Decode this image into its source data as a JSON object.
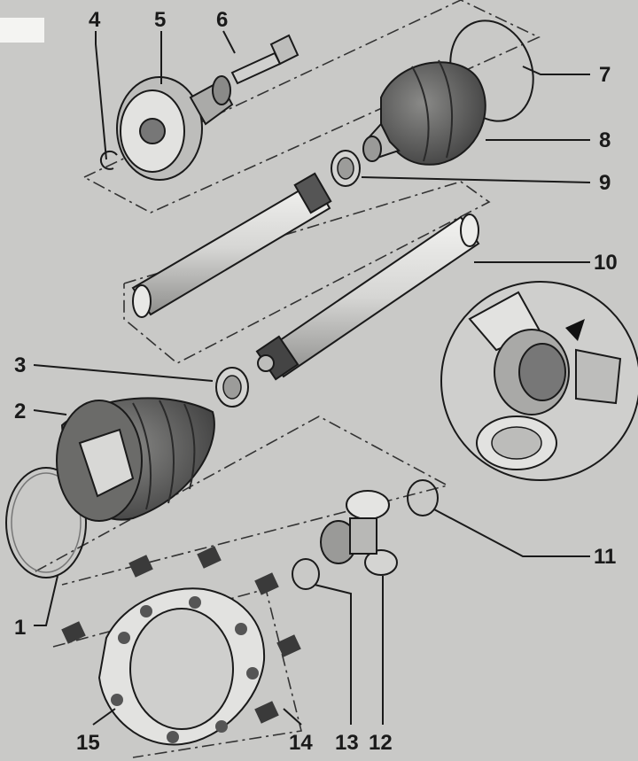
{
  "callouts": [
    {
      "id": "c1",
      "text": "1"
    },
    {
      "id": "c2",
      "text": "2"
    },
    {
      "id": "c3",
      "text": "3"
    },
    {
      "id": "c4",
      "text": "4"
    },
    {
      "id": "c5",
      "text": "5"
    },
    {
      "id": "c6",
      "text": "6"
    },
    {
      "id": "c7",
      "text": "7"
    },
    {
      "id": "c8",
      "text": "8"
    },
    {
      "id": "c9",
      "text": "9"
    },
    {
      "id": "c10",
      "text": "10"
    },
    {
      "id": "c11",
      "text": "11"
    },
    {
      "id": "c12",
      "text": "12"
    },
    {
      "id": "c13",
      "text": "13"
    },
    {
      "id": "c14",
      "text": "14"
    },
    {
      "id": "c15",
      "text": "15"
    }
  ],
  "colors": {
    "background": "#c9c9c7",
    "ink": "#1a1a1a",
    "part_light": "#e6e6e4",
    "part_mid": "#9a9a98",
    "part_dark": "#555555"
  }
}
